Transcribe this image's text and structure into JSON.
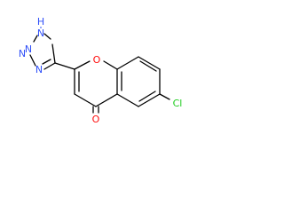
{
  "molecule": {
    "atoms": {
      "ring_oxygen": "O",
      "carbonyl_oxygen": "O",
      "chlorine": "Cl",
      "nh_nitrogen": "N",
      "nh_hydrogen": "H",
      "n2": "N",
      "n3": "N",
      "n4": "N"
    },
    "colors": {
      "bond": "#000000",
      "oxygen": "#ff0d0d",
      "nitrogen": "#3050f8",
      "chlorine": "#1fcc1f",
      "hydrogen": "#3050f8"
    }
  }
}
